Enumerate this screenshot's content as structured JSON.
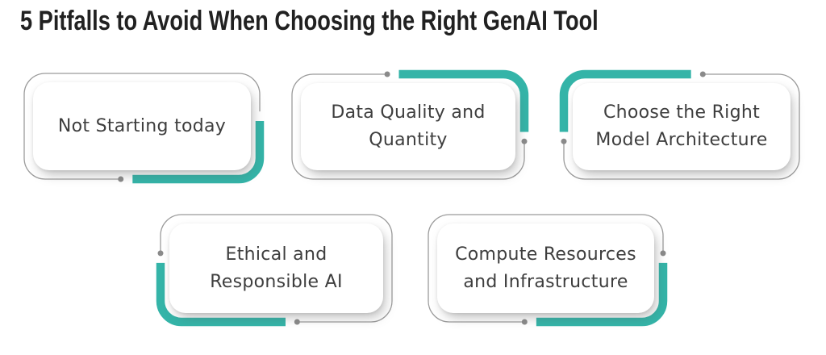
{
  "title": "5 Pitfalls to Avoid When Choosing the Right GenAI Tool",
  "colors": {
    "accent_teal": "#34b4a8",
    "frame_gray": "#9b9b9b",
    "dot_gray": "#8a8a8a",
    "title_text": "#212121",
    "card_text": "#3e3e3e",
    "background": "#ffffff"
  },
  "cards": [
    {
      "label": "Not Starting today",
      "lines": [
        "Not Starting today"
      ],
      "accent_corner": "bottom-right",
      "dots": 1
    },
    {
      "label": "Data Quality and Quantity",
      "lines": [
        "Data Quality and",
        "Quantity"
      ],
      "accent_corner": "top-right",
      "dots": 2
    },
    {
      "label": "Choose the Right Model Architecture",
      "lines": [
        "Choose the Right",
        "Model Architecture"
      ],
      "accent_corner": "top-left",
      "dots": 2
    },
    {
      "label": "Ethical and Responsible AI",
      "lines": [
        "Ethical and",
        "Responsible AI"
      ],
      "accent_corner": "bottom-left",
      "dots": 2
    },
    {
      "label": "Compute Resources and Infrastructure",
      "lines": [
        "Compute Resources",
        "and Infrastructure"
      ],
      "accent_corner": "bottom-right",
      "dots": 2
    }
  ]
}
